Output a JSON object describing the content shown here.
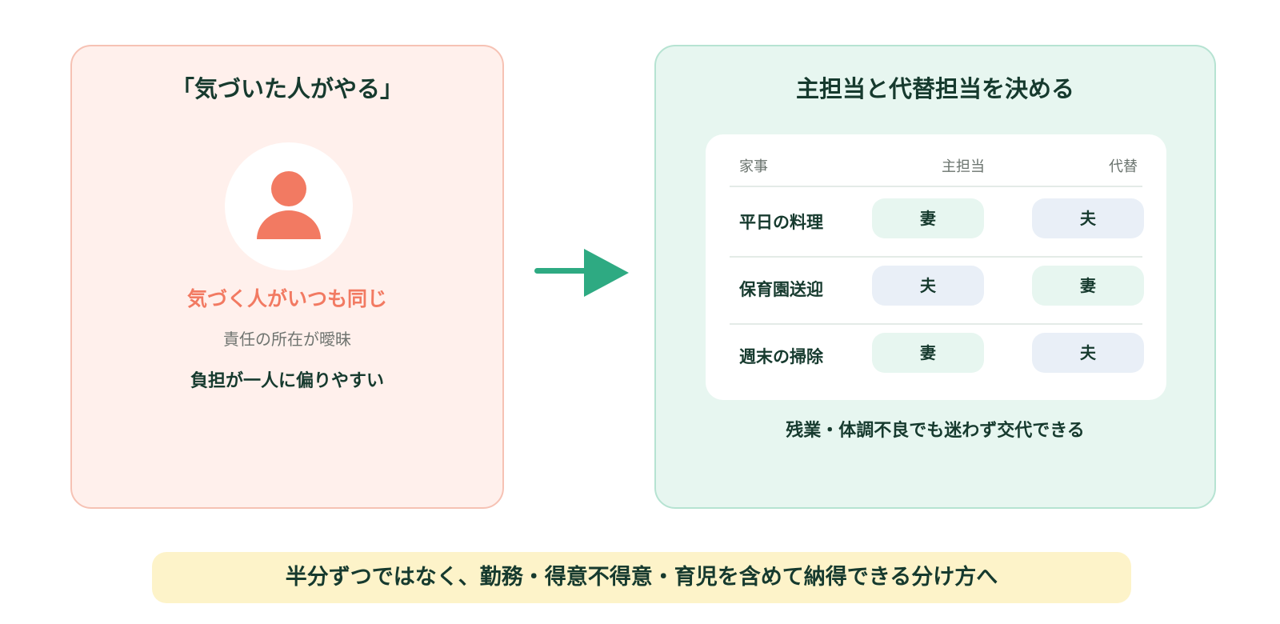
{
  "left_panel": {
    "title": "「気づいた人がやる」",
    "headline": "気づく人がいつも同じ",
    "subtext": "責任の所在が曖昧",
    "emphasis": "負担が一人に偏りやすい",
    "icon": "person-icon",
    "accent_color": "#f27a62"
  },
  "arrow": {
    "icon": "arrow-right-icon",
    "color": "#2eaa82"
  },
  "right_panel": {
    "title": "主担当と代替担当を決める",
    "table": {
      "headers": [
        "家事",
        "主担当",
        "代替"
      ],
      "rows": [
        {
          "chore": "平日の料理",
          "main": "妻",
          "alt": "夫"
        },
        {
          "chore": "保育園送迎",
          "main": "夫",
          "alt": "妻"
        },
        {
          "chore": "週末の掃除",
          "main": "妻",
          "alt": "夫"
        }
      ]
    },
    "caption": "残業・体調不良でも迷わず交代できる"
  },
  "banner": {
    "text": "半分ずつではなく、勤務・得意不得意・育児を含めて納得できる分け方へ"
  }
}
